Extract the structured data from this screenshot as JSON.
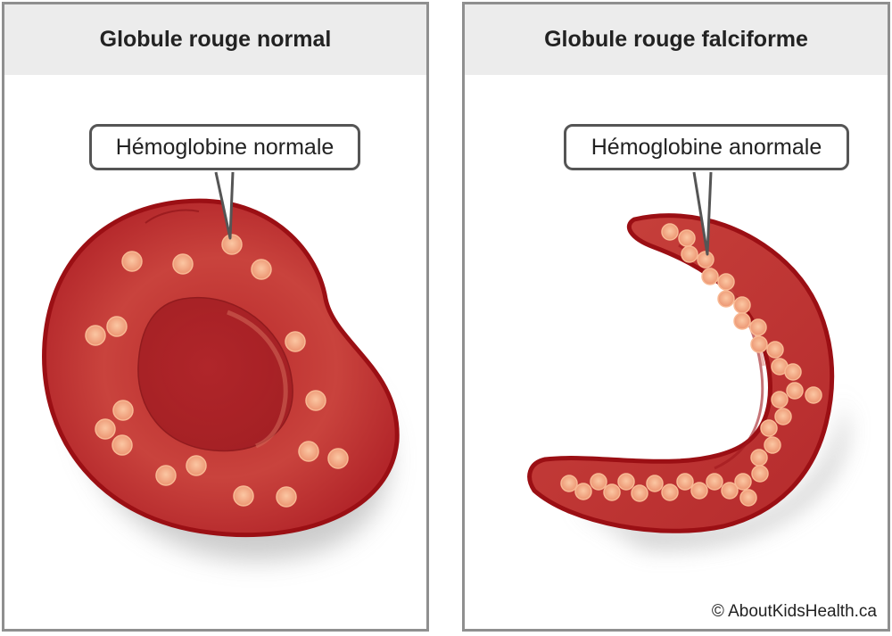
{
  "panels": {
    "normal": {
      "title": "Globule rouge normal",
      "callout": "Hémoglobine normale"
    },
    "sickle": {
      "title": "Globule rouge falciforme",
      "callout": "Hémoglobine anormale"
    }
  },
  "credit": "© AboutKidsHealth.ca",
  "colors": {
    "cell_fill": "#c23a36",
    "cell_outline": "#9b0f14",
    "hemoglobin_dot": "#f3a77f",
    "header_bg": "#ececec",
    "panel_border": "#8f8f8f"
  }
}
